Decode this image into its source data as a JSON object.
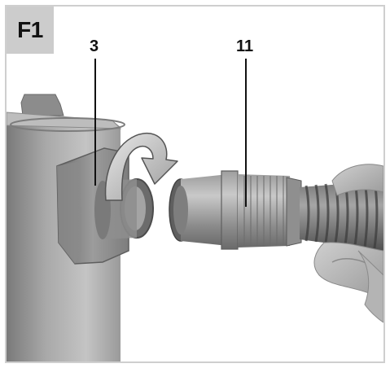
{
  "figure": {
    "tag": "F1",
    "callouts": [
      {
        "label": "3"
      },
      {
        "label": "11"
      }
    ]
  }
}
